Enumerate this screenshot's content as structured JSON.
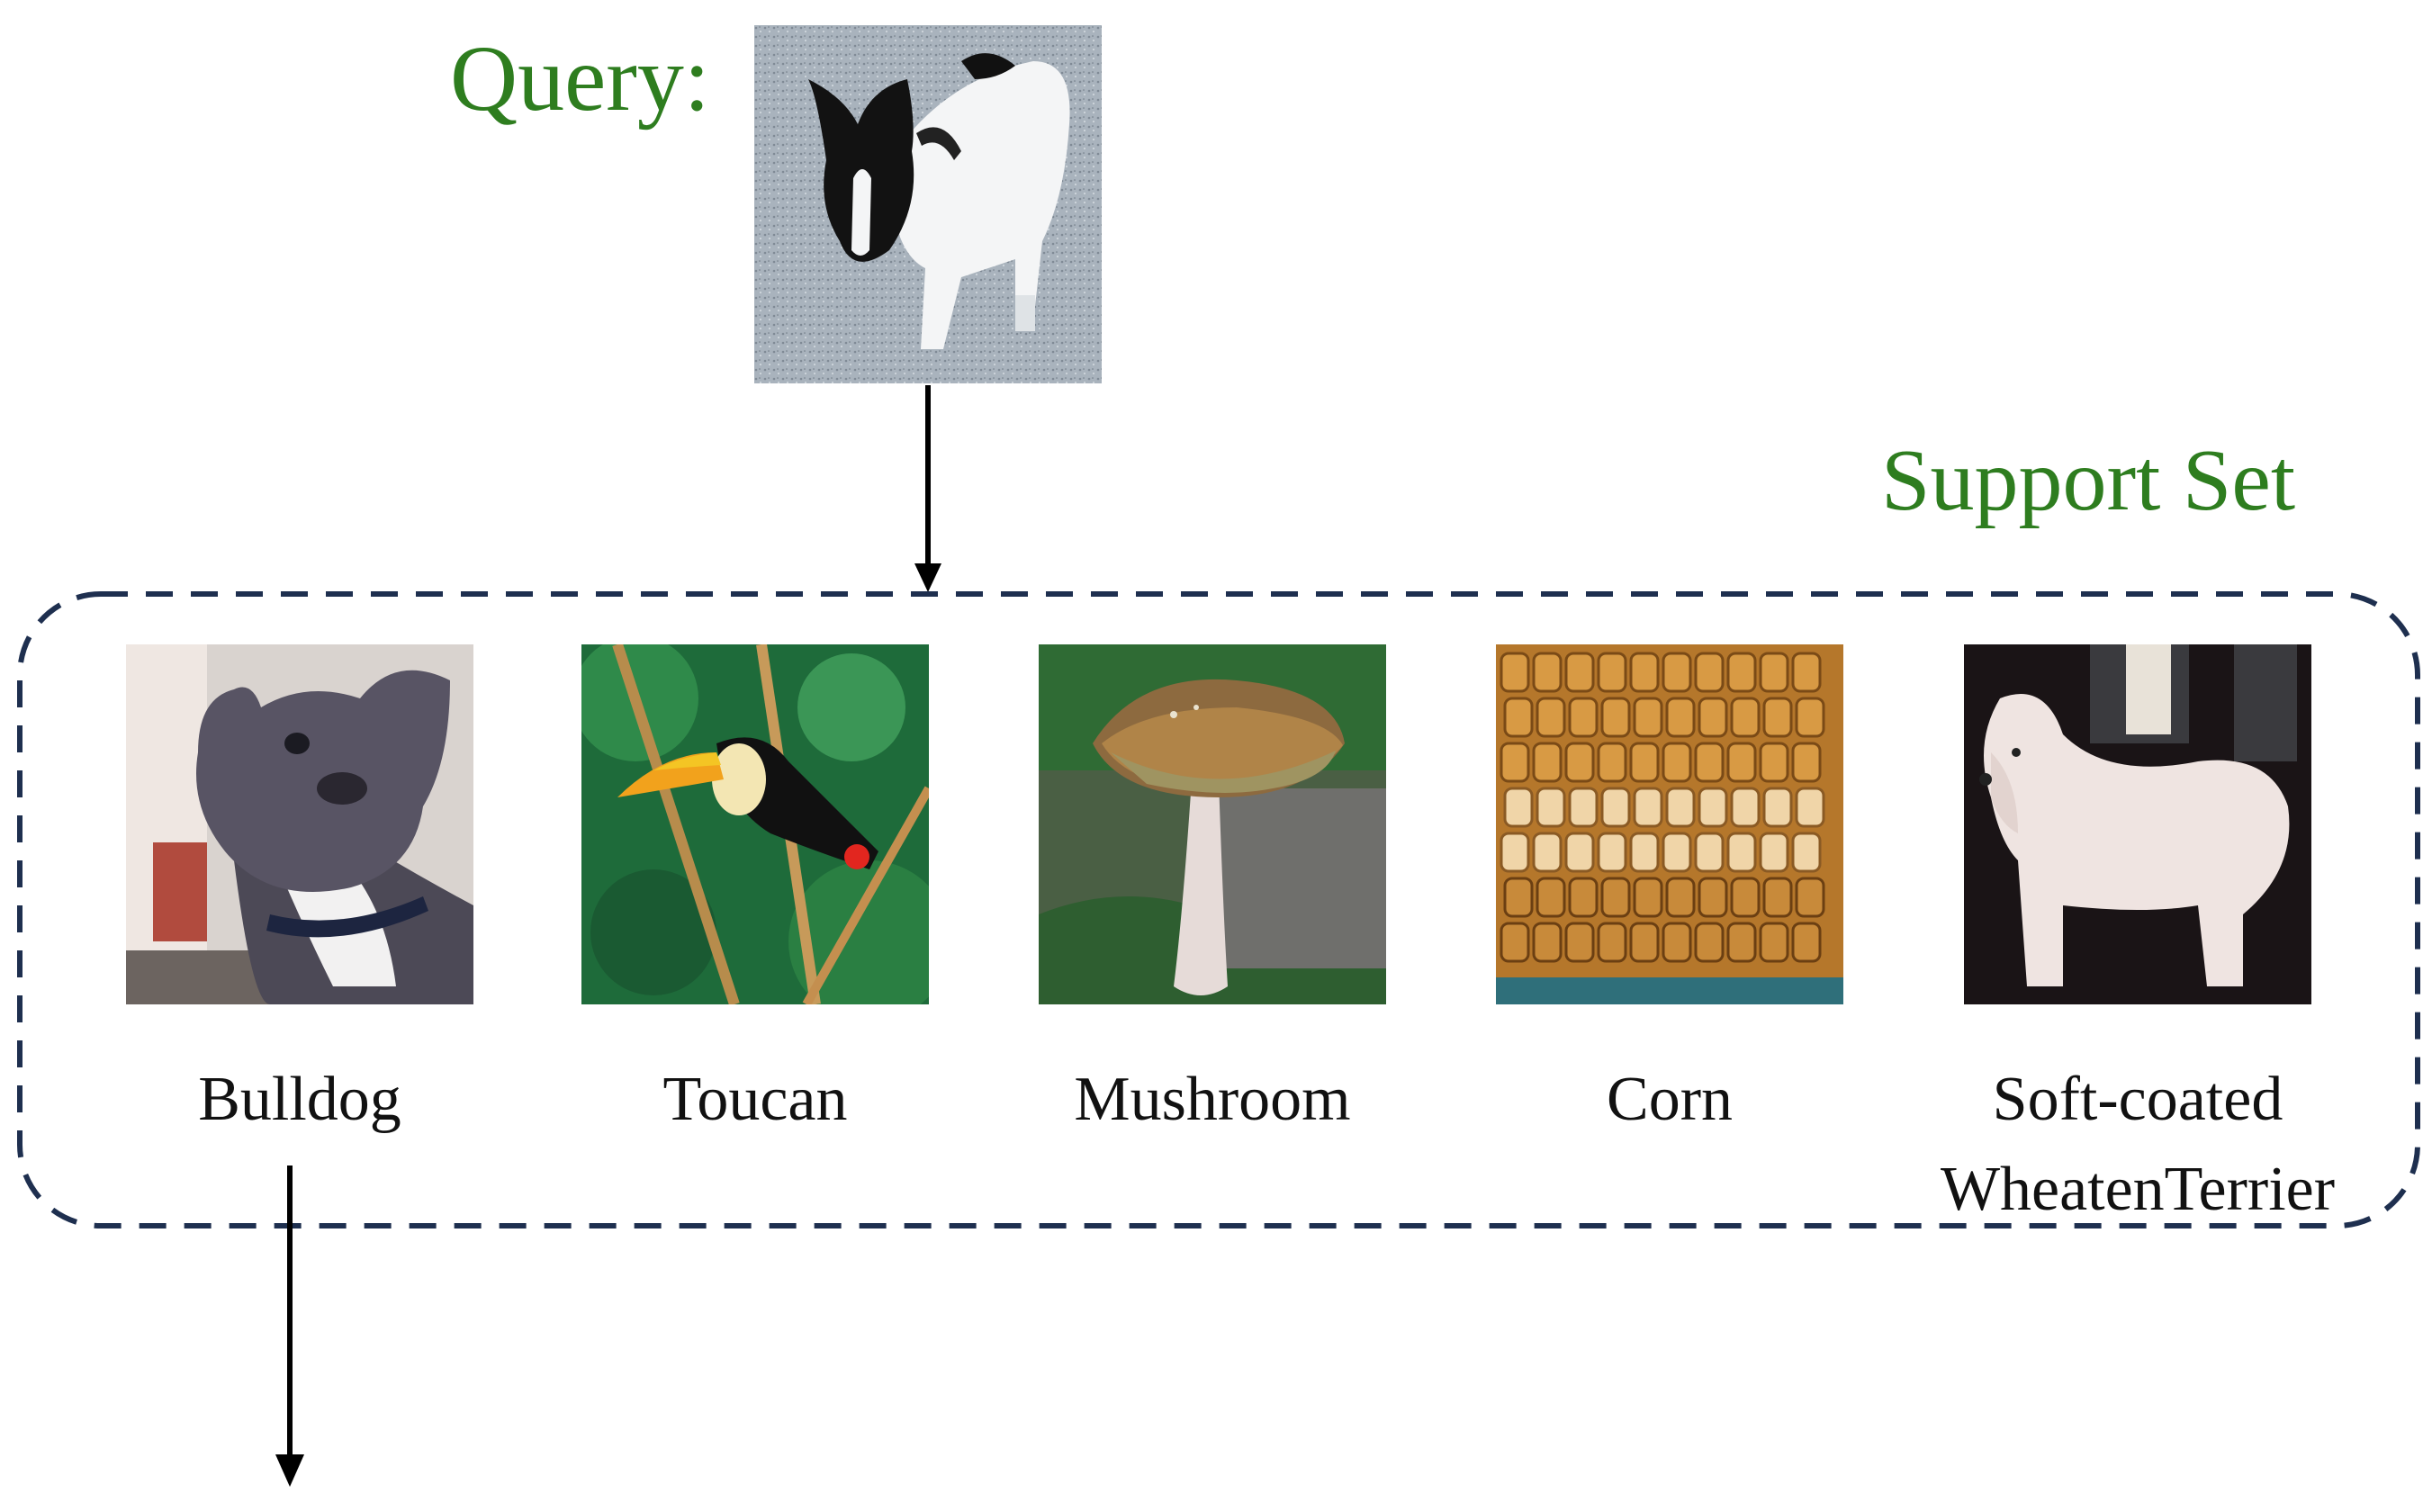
{
  "query": {
    "label": "Query:",
    "image": "french-bulldog-query-photo"
  },
  "support_set": {
    "label": "Support Set",
    "items": [
      {
        "image": "bulldog-photo",
        "caption": "Bulldog"
      },
      {
        "image": "toucan-photo",
        "caption": "Toucan"
      },
      {
        "image": "mushroom-photo",
        "caption": "Mushroom"
      },
      {
        "image": "corn-photo",
        "caption": "Corn"
      },
      {
        "image": "soft-coated-wheaten-terrier-photo",
        "caption_line1": "Soft-coated",
        "caption_line2": "WheatenTerrier"
      }
    ]
  },
  "colors": {
    "label_green": "#2e7d1f",
    "dashed_border": "#1e2f4f",
    "arrow": "#000000"
  }
}
